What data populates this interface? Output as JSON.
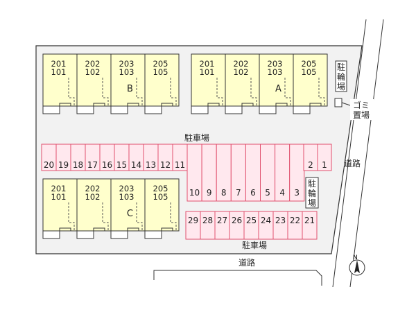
{
  "labels": {
    "parking_top": "駐車場",
    "parking_bottom": "駐車場",
    "road_east": "道路",
    "road_south": "道路",
    "bike_top": [
      "駐",
      "輪",
      "場"
    ],
    "bike_mid": [
      "駐",
      "輪",
      "場"
    ],
    "garbage": [
      "ゴミ",
      "置場"
    ],
    "north": "N"
  },
  "buildings": [
    {
      "id": "B",
      "letter": "B",
      "units": [
        [
          "201",
          "101"
        ],
        [
          "202",
          "102"
        ],
        [
          "203",
          "103"
        ],
        [
          "205",
          "105"
        ]
      ]
    },
    {
      "id": "A",
      "letter": "A",
      "units": [
        [
          "201",
          "101"
        ],
        [
          "202",
          "102"
        ],
        [
          "203",
          "103"
        ],
        [
          "205",
          "105"
        ]
      ]
    },
    {
      "id": "C",
      "letter": "C",
      "units": [
        [
          "201",
          "101"
        ],
        [
          "202",
          "102"
        ],
        [
          "203",
          "103"
        ],
        [
          "205",
          "105"
        ]
      ]
    }
  ],
  "parking": {
    "row_top_left": [
      "20",
      "19",
      "18",
      "17",
      "16",
      "15",
      "14",
      "13",
      "12",
      "11"
    ],
    "row_long": [
      "10",
      "9",
      "8",
      "7",
      "6",
      "5",
      "4",
      "3"
    ],
    "row_top_right": [
      "2",
      "1"
    ],
    "row_bottom": [
      "29",
      "28",
      "27",
      "26",
      "25",
      "24",
      "23",
      "22",
      "21"
    ]
  },
  "colors": {
    "building_fill": "#ffffcc",
    "parking_stroke": "#e0506e",
    "parking_fill": "#ffe8ee",
    "site_fill": "#f2f2f2"
  }
}
